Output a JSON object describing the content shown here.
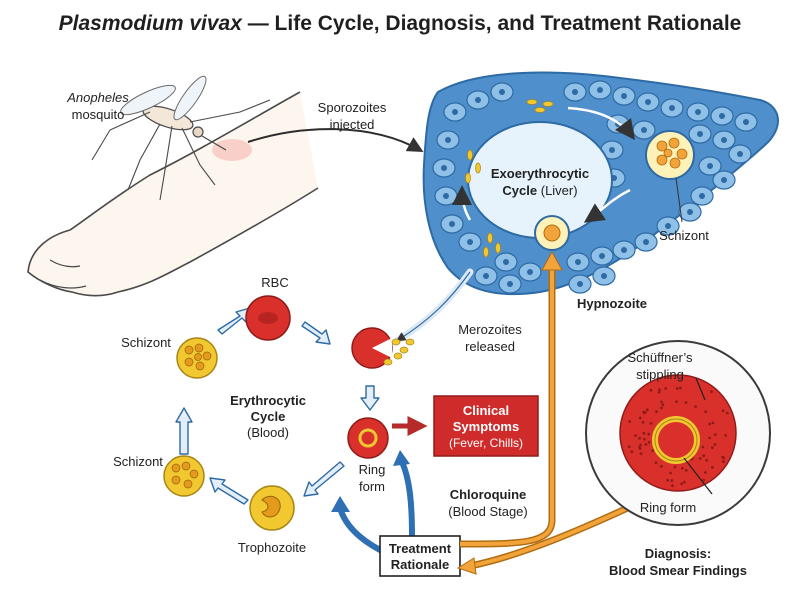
{
  "title": {
    "species": "Plasmodium vivax",
    "rest": " — Life Cycle, Diagnosis, and Treatment Rationale"
  },
  "mosquito": {
    "line1": "Anopheles",
    "line2": "mosquito"
  },
  "sporozoites": {
    "line1": "Sporozoites",
    "line2": "injected"
  },
  "liver": {
    "line1": "Exoerythrocytic",
    "line2_bold": "Cycle",
    "line2_rest": " (Liver)",
    "schizont": "Schizont",
    "hypnozoite": "Hypnozoite"
  },
  "merozoites": {
    "line1": "Merozoites",
    "line2": "released"
  },
  "blood": {
    "rbc": "RBC",
    "schizont_top": "Schizont",
    "schizont_bottom": "Schizont",
    "trophozoite": "Trophozoite",
    "ring_line1": "Ring",
    "ring_line2": "form",
    "center_line1": "Erythrocytic",
    "center_line2": "Cycle",
    "center_line3": "(Blood)"
  },
  "clinical": {
    "line1": "Clinical",
    "line2": "Symptoms",
    "line3": "(Fever, Chills)"
  },
  "chloroquine": {
    "line1": "Chloroquine",
    "line2": "(Blood Stage)"
  },
  "treatment": {
    "line1": "Treatment",
    "line2": "Rationale"
  },
  "diagnosis": {
    "stippling_line1": "Schüffner’s",
    "stippling_line2": "stippling",
    "ring_form": "Ring form",
    "caption_line1": "Diagnosis:",
    "caption_line2": "Blood Smear Findings"
  },
  "colors": {
    "liver_tissue": "#4f8fcb",
    "liver_cell": "#8fc0e8",
    "lumen": "#e6f3fc",
    "rbc": "#d9302b",
    "parasite": "#f2c831",
    "clinical_box": "#cf2b2b",
    "chloroquine_arrow": "#2f6fb3",
    "primaquine_arrow": "#f2a33a",
    "cycle_arrow": "#e3eef8"
  }
}
